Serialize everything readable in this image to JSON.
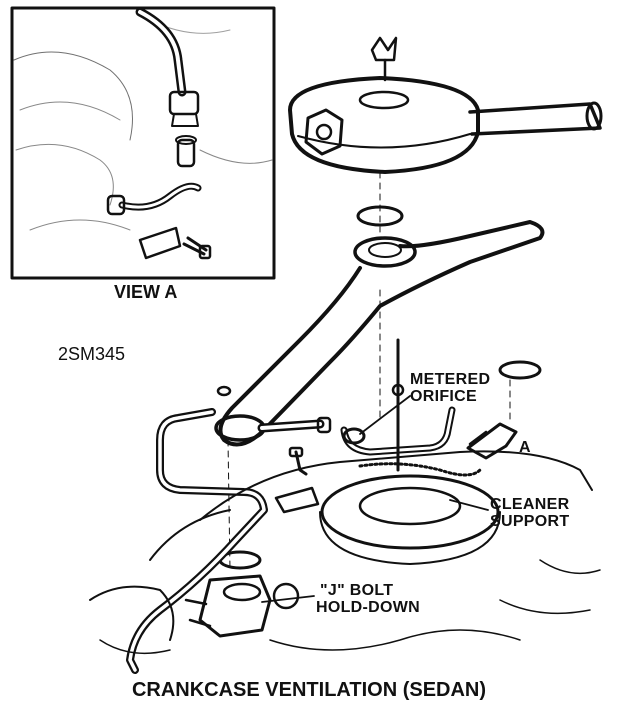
{
  "figure": {
    "id_code": "2SM345",
    "title": "CRANKCASE VENTILATION (SEDAN)"
  },
  "inset": {
    "label": "VIEW A"
  },
  "callouts": {
    "metered_orifice": {
      "line1": "METERED",
      "line2": "ORIFICE"
    },
    "cleaner_support": {
      "line1": "CLEANER",
      "line2": "SUPPORT"
    },
    "j_bolt": {
      "line1": "\"J\" BOLT",
      "line2": "HOLD-DOWN"
    },
    "view_marker": "A"
  },
  "colors": {
    "ink": "#111111",
    "paper": "#ffffff"
  }
}
